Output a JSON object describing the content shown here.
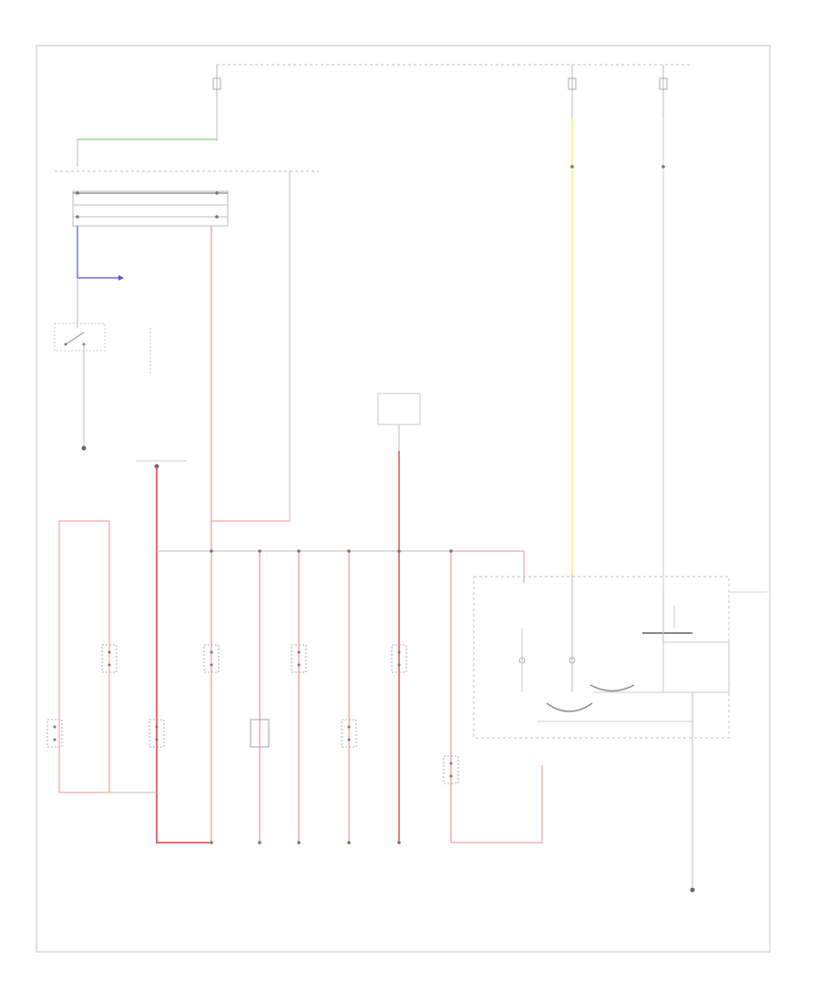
{
  "page": {
    "footer_code": "",
    "wire_colors": {
      "pink": "#f3a6a6",
      "red": "#e35d5d",
      "yellow": "#f4f08a",
      "green": "#8ad18a",
      "blue": "#4a55d8",
      "frame": "#cfcfcf",
      "wire": "#bdbdbd",
      "dark": "#555555"
    }
  },
  "diagram": {
    "nodes": [
      {
        "id": "fuse-top-left",
        "label": ""
      },
      {
        "id": "fuse-top-center",
        "label": ""
      },
      {
        "id": "fuse-top-right",
        "label": ""
      },
      {
        "id": "underhood-fuse-box",
        "label": ""
      },
      {
        "id": "combination-switch",
        "label": ""
      },
      {
        "id": "ground-left",
        "label": ""
      },
      {
        "id": "connector-block",
        "label": ""
      },
      {
        "id": "switch-1",
        "label": ""
      },
      {
        "id": "switch-2",
        "label": ""
      },
      {
        "id": "switch-3",
        "label": ""
      },
      {
        "id": "switch-4",
        "label": ""
      },
      {
        "id": "switch-5",
        "label": ""
      },
      {
        "id": "switch-6",
        "label": ""
      },
      {
        "id": "switch-7",
        "label": ""
      },
      {
        "id": "switch-8",
        "label": ""
      },
      {
        "id": "switch-9",
        "label": ""
      },
      {
        "id": "control-unit",
        "label": ""
      },
      {
        "id": "gauge-assembly",
        "label": ""
      },
      {
        "id": "ground-right",
        "label": ""
      }
    ],
    "edges": [
      {
        "from": "fuse-top-left",
        "to": "combination-switch",
        "label": ""
      },
      {
        "from": "fuse-top-center",
        "to": "control-unit",
        "label": ""
      },
      {
        "from": "fuse-top-right",
        "to": "control-unit",
        "label": ""
      },
      {
        "from": "combination-switch",
        "to": "ground-left",
        "label": ""
      },
      {
        "from": "connector-block",
        "to": "switch-1",
        "label": ""
      },
      {
        "from": "connector-block",
        "to": "switch-9",
        "label": ""
      },
      {
        "from": "control-unit",
        "to": "ground-right",
        "label": ""
      }
    ]
  }
}
